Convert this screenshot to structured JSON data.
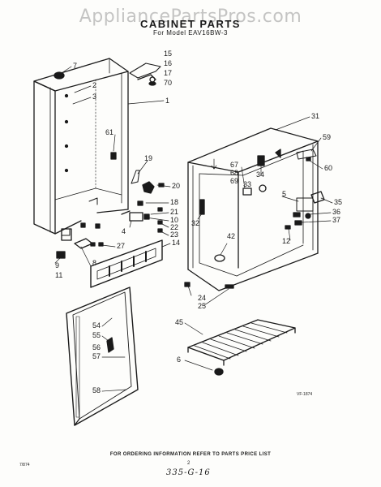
{
  "watermark": "AppliancePartsPros.com",
  "title": "CABINET PARTS",
  "subtitle": "For Model EAV16BW-3",
  "figure_code": "VF-1874",
  "footer": "FOR ORDERING INFORMATION REFER TO PARTS PRICE LIST",
  "corner_code": "7/874",
  "page_number": "2",
  "handwritten_code": "335-G-16",
  "callouts": [
    "15",
    "16",
    "17",
    "70",
    "7",
    "2",
    "3",
    "1",
    "61",
    "19",
    "20",
    "18",
    "21",
    "10",
    "22",
    "23",
    "4",
    "14",
    "27",
    "8",
    "9",
    "11",
    "31",
    "59",
    "60",
    "67",
    "68",
    "69",
    "34",
    "33",
    "5",
    "35",
    "36",
    "37",
    "32",
    "12",
    "42",
    "24",
    "25",
    "45",
    "6",
    "54",
    "55",
    "56",
    "57",
    "58"
  ]
}
